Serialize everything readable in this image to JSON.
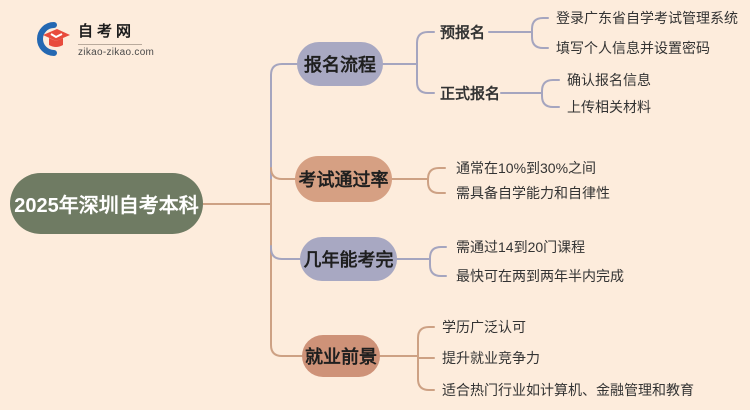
{
  "logo": {
    "site_name": "自考网",
    "site_url": "zikao-zikao.com"
  },
  "root": {
    "label": "2025年深圳自考本科"
  },
  "branches": [
    {
      "label": "报名流程",
      "children": [
        {
          "label": "预报名",
          "children": [
            {
              "label": "登录广东省自学考试管理系统"
            },
            {
              "label": "填写个人信息并设置密码"
            }
          ]
        },
        {
          "label": "正式报名",
          "children": [
            {
              "label": "确认报名信息"
            },
            {
              "label": "上传相关材料"
            }
          ]
        }
      ]
    },
    {
      "label": "考试通过率",
      "children": [
        {
          "label": "通常在10%到30%之间"
        },
        {
          "label": "需具备自学能力和自律性"
        }
      ]
    },
    {
      "label": "几年能考完",
      "children": [
        {
          "label": "需通过14到20门课程"
        },
        {
          "label": "最快可在两到两年半内完成"
        }
      ]
    },
    {
      "label": "就业前景",
      "children": [
        {
          "label": "学历广泛认可"
        },
        {
          "label": "提升就业竞争力"
        },
        {
          "label": "适合热门行业如计算机、金融管理和教育"
        }
      ]
    }
  ],
  "colors": {
    "background": "#fdecdc",
    "root_pill": "#6f7b63",
    "branch_lavender": "#a8a8c2",
    "branch_salmon": "#d6a083",
    "branch_salmon_dark": "#ce9278",
    "line_gray": "#a5a5bf",
    "line_salmon": "#cda184",
    "text_dark": "#333333",
    "logo_blue": "#2468b2",
    "logo_red": "#e84b3c"
  }
}
